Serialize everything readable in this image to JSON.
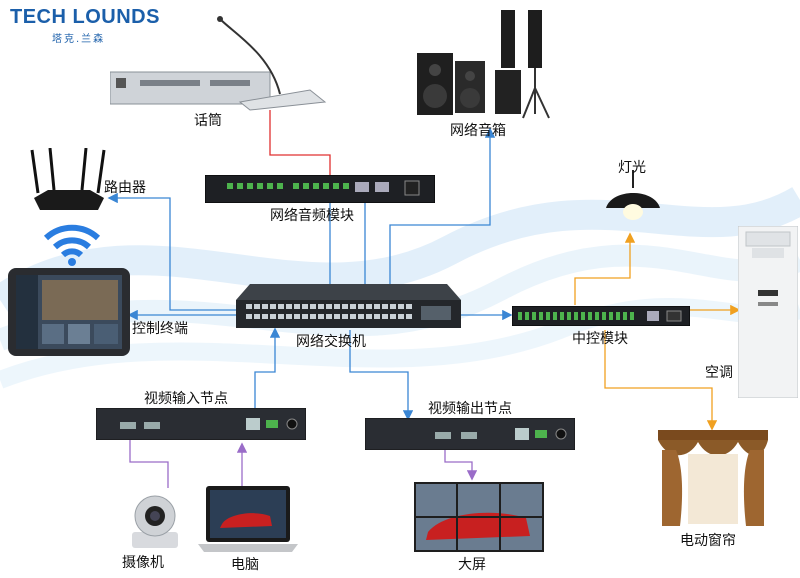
{
  "logo": {
    "main": "TECH LOUNDS",
    "sub": "塔克.兰森"
  },
  "nodes": {
    "microphone": "话筒",
    "network_speaker": "网络音箱",
    "router": "路由器",
    "network_audio_module": "网络音频模块",
    "light": "灯光",
    "control_terminal": "控制终端",
    "network_switch": "网络交换机",
    "central_control": "中控模块",
    "air_conditioner": "空调",
    "video_input_node": "视频输入节点",
    "video_output_node": "视频输出节点",
    "camera": "摄像机",
    "computer": "电脑",
    "big_screen": "大屏",
    "electric_curtain": "电动窗帘"
  },
  "colors": {
    "network_line": "#3a86d4",
    "audio_line": "#e03030",
    "control_line": "#f0a020",
    "video_line": "#9a6cc8",
    "brand": "#1b5faa"
  }
}
